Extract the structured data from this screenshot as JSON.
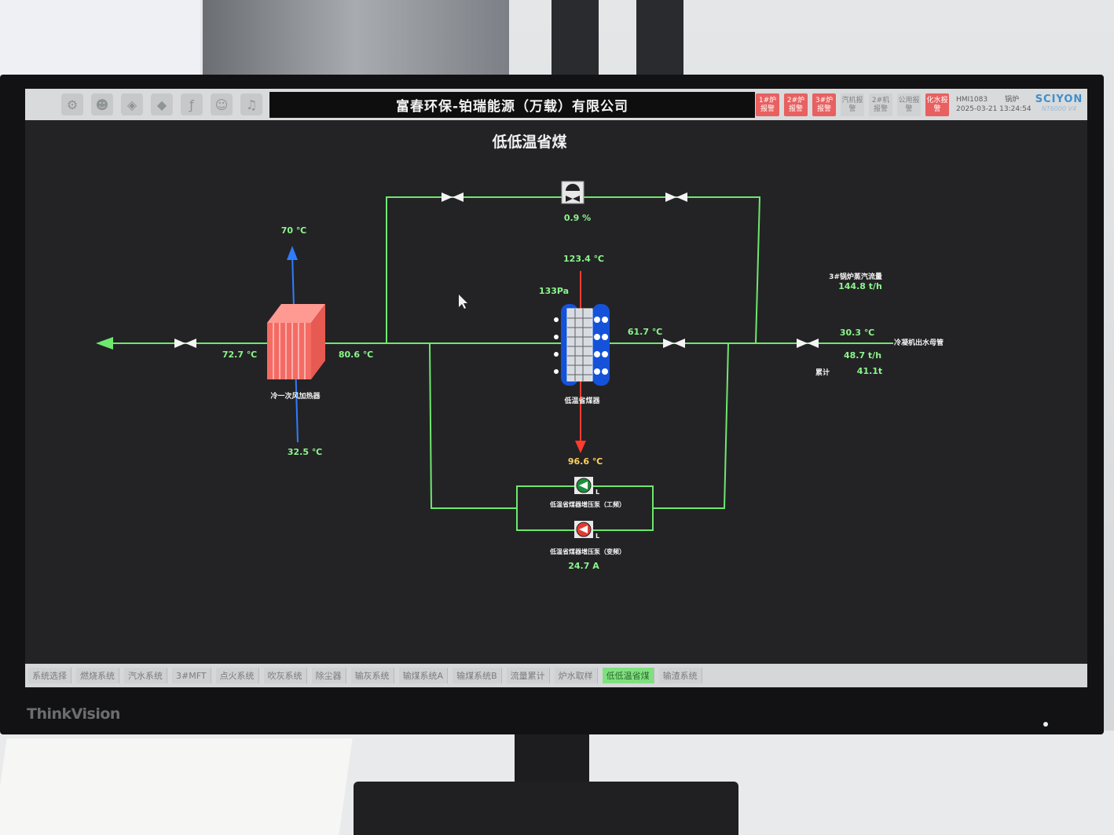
{
  "topbar": {
    "company": "富春环保-铂瑞能源（万载）有限公司",
    "alarms": [
      {
        "label": "1#炉报警",
        "active": true
      },
      {
        "label": "2#炉报警",
        "active": true
      },
      {
        "label": "3#炉报警",
        "active": true
      },
      {
        "label": "汽机报警",
        "active": false
      },
      {
        "label": "2#机报警",
        "active": false
      },
      {
        "label": "公用报警",
        "active": false
      },
      {
        "label": "化水报警",
        "active": true
      }
    ],
    "hmi_id": "HMI1083",
    "hmi_area": "锅炉",
    "datetime": "2025-03-21 13:24:54",
    "brand": "SCIYON",
    "brand_version": "NT6000 V4"
  },
  "page_title": "低低温省煤",
  "diagram": {
    "valve_opening": "0.9 %",
    "heater_air_out_temp": "70 ℃",
    "heater_air_in_temp": "32.5 ℃",
    "water_out_temp": "72.7 ℃",
    "heater_inlet_temp": "80.6 ℃",
    "heater_label": "冷一次风加热器",
    "flue_in_temp": "123.4 ℃",
    "pressure": "133Pa",
    "economizer_outlet_temp": "61.7 ℃",
    "economizer_label": "低温省煤器",
    "flue_out_temp": "96.6 ℃",
    "steam_flow_label": "3#锅炉蒸汽流量",
    "steam_flow": "144.8 t/h",
    "condensate_temp": "30.3 ℃",
    "condensate_label": "冷凝机出水母管",
    "water_flow": "48.7 t/h",
    "total_label": "累计",
    "total_value": "41.1t",
    "pump1_label": "低温省煤器增压泵（工频）",
    "pump2_label": "低温省煤器增压泵（变频）",
    "pump_tag": "L",
    "pump_current": "24.7  A"
  },
  "colors": {
    "pipe": "#6ee86e",
    "text_green": "#8cf58c",
    "flue": "#ff3b30",
    "air": "#2f7dff",
    "heater": "#f46b63"
  },
  "nav_tabs": [
    "系统选择",
    "燃烧系统",
    "汽水系统",
    "3#MFT",
    "点火系统",
    "吹灰系统",
    "除尘器",
    "输灰系统",
    "输煤系统A",
    "输煤系统B",
    "流量累计",
    "炉水取样",
    "低低温省煤",
    "输渣系统"
  ],
  "active_tab": "低低温省煤",
  "monitor_brand": "ThinkVision"
}
